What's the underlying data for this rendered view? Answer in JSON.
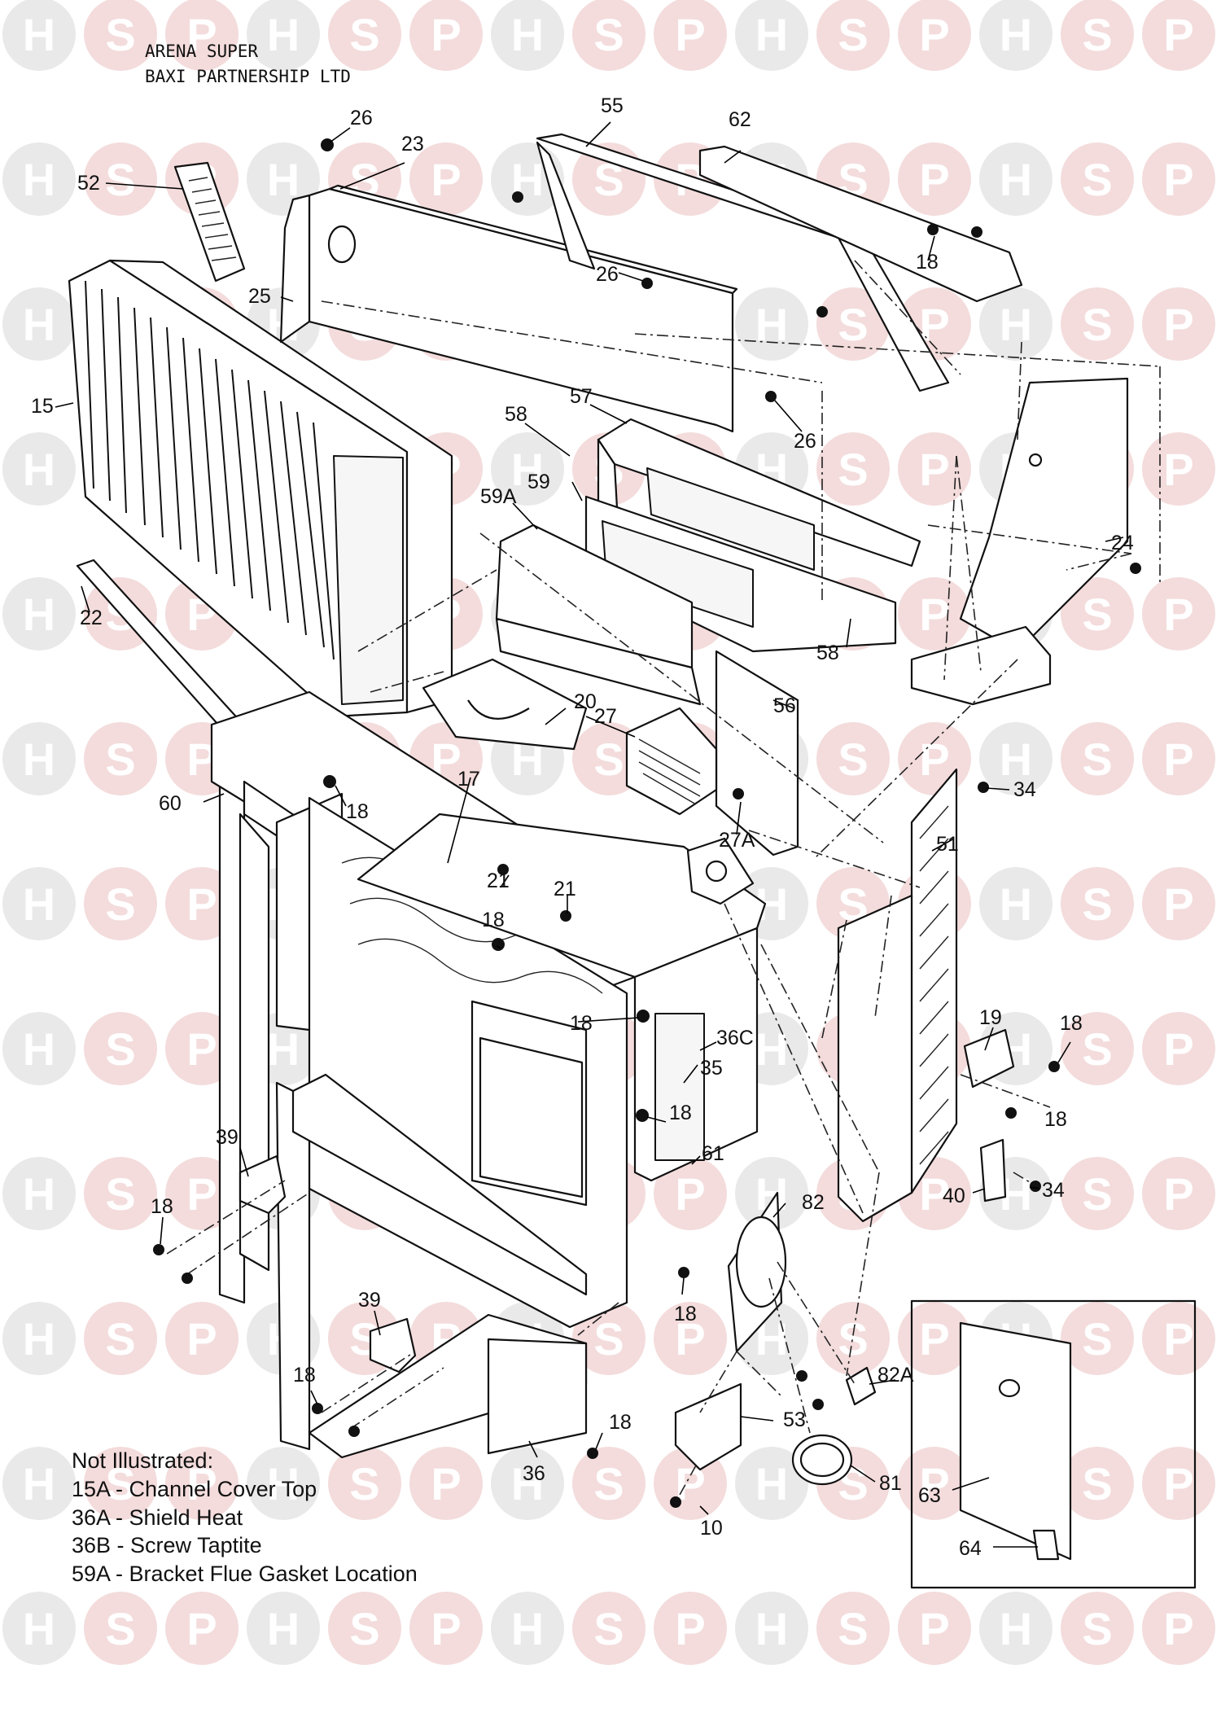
{
  "header": {
    "model": "ARENA SUPER",
    "maker": "BAXI PARTNERSHIP LTD"
  },
  "watermark": {
    "letters": [
      "H",
      "S",
      "P"
    ],
    "colors": {
      "grey": "#e9e9e9",
      "pink": "#f4dcdc"
    }
  },
  "callouts": [
    {
      "id": "c26a",
      "text": "26"
    },
    {
      "id": "c23",
      "text": "23"
    },
    {
      "id": "c55",
      "text": "55"
    },
    {
      "id": "c62",
      "text": "62"
    },
    {
      "id": "c52",
      "text": "52"
    },
    {
      "id": "c26b",
      "text": "26"
    },
    {
      "id": "c18a",
      "text": "18"
    },
    {
      "id": "c25",
      "text": "25"
    },
    {
      "id": "c15",
      "text": "15"
    },
    {
      "id": "c58a",
      "text": "58"
    },
    {
      "id": "c57",
      "text": "57"
    },
    {
      "id": "c26c",
      "text": "26"
    },
    {
      "id": "c59",
      "text": "59"
    },
    {
      "id": "c59A",
      "text": "59A"
    },
    {
      "id": "c24",
      "text": "24"
    },
    {
      "id": "c22",
      "text": "22"
    },
    {
      "id": "c58b",
      "text": "58"
    },
    {
      "id": "c56",
      "text": "56"
    },
    {
      "id": "c20",
      "text": "20"
    },
    {
      "id": "c27",
      "text": "27"
    },
    {
      "id": "c34a",
      "text": "34"
    },
    {
      "id": "c60",
      "text": "60"
    },
    {
      "id": "c18b",
      "text": "18"
    },
    {
      "id": "c17",
      "text": "17"
    },
    {
      "id": "c27A",
      "text": "27A"
    },
    {
      "id": "c51",
      "text": "51"
    },
    {
      "id": "c21a",
      "text": "21"
    },
    {
      "id": "c21b",
      "text": "21"
    },
    {
      "id": "c18c",
      "text": "18"
    },
    {
      "id": "c19",
      "text": "19"
    },
    {
      "id": "c18d",
      "text": "18"
    },
    {
      "id": "c18e",
      "text": "18"
    },
    {
      "id": "c36C",
      "text": "36C"
    },
    {
      "id": "c35",
      "text": "35"
    },
    {
      "id": "c18f",
      "text": "18"
    },
    {
      "id": "c18g",
      "text": "18"
    },
    {
      "id": "c61",
      "text": "61"
    },
    {
      "id": "c39a",
      "text": "39"
    },
    {
      "id": "c82",
      "text": "82"
    },
    {
      "id": "c40",
      "text": "40"
    },
    {
      "id": "c34b",
      "text": "34"
    },
    {
      "id": "c18h",
      "text": "18"
    },
    {
      "id": "c18i",
      "text": "18"
    },
    {
      "id": "c39b",
      "text": "39"
    },
    {
      "id": "c82A",
      "text": "82A"
    },
    {
      "id": "c18j",
      "text": "18"
    },
    {
      "id": "c18k",
      "text": "18"
    },
    {
      "id": "c53",
      "text": "53"
    },
    {
      "id": "c36",
      "text": "36"
    },
    {
      "id": "c81",
      "text": "81"
    },
    {
      "id": "c63",
      "text": "63"
    },
    {
      "id": "c10",
      "text": "10"
    },
    {
      "id": "c64",
      "text": "64"
    }
  ],
  "notes": {
    "heading": "Not Illustrated:",
    "items": [
      "15A - Channel Cover Top",
      "36A - Shield Heat",
      "36B - Screw Taptite",
      "59A - Bracket Flue Gasket Location"
    ]
  }
}
